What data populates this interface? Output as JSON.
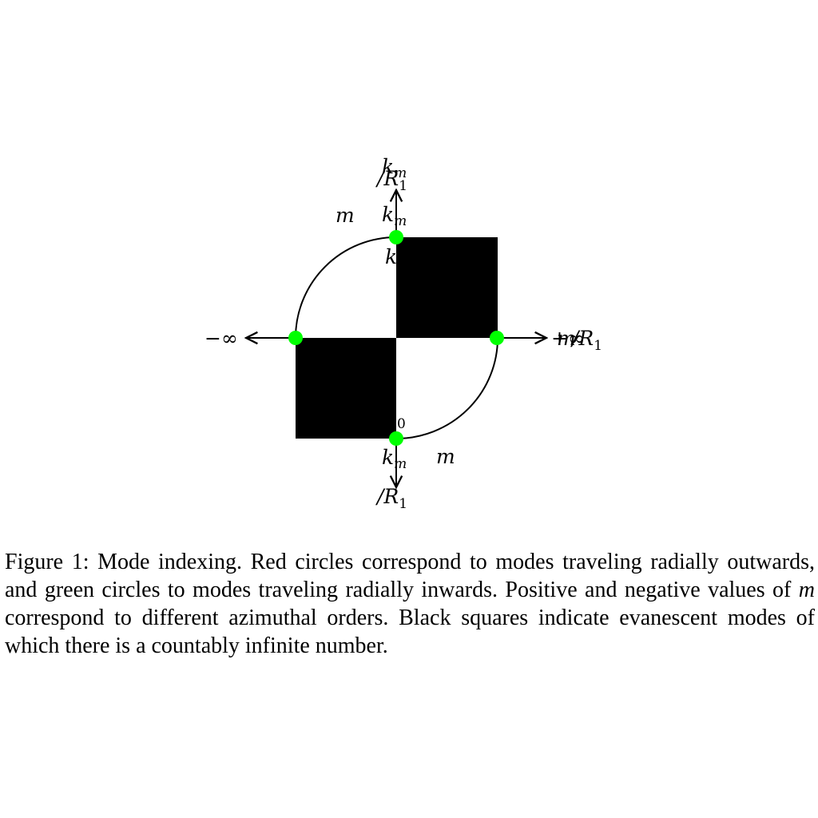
{
  "diagram": {
    "labels": {
      "top_k": "k",
      "top_m_sub": "m",
      "top_r": "/R",
      "top_r_sub": "1",
      "upper_left_m": "m",
      "upper_k": "k",
      "upper_k_sub": "m",
      "upper_k2": "k",
      "left_inf": "−∞",
      "right_pinf": "+∞",
      "right_m": "m",
      "right_r": "/R",
      "right_r_sub": "1",
      "zero": "0",
      "lower_k": "k",
      "lower_k_sub": "m",
      "lower_right_m": "m",
      "bottom_r": "/R",
      "bottom_r_sub": "1"
    },
    "colors": {
      "green_circle": "#00ff00",
      "square": "#000000",
      "line": "#000000"
    }
  },
  "caption": {
    "prefix": "Figure 1: Mode indexing.",
    "text_1": " Red circles correspond to modes traveling radially outwards, and green circles to modes traveling radially inwards. Positive and negative values of ",
    "italic_m": "m",
    "text_2": " correspond to different azimuthal orders. Black squares indicate evanescent modes of which there is a countably infinite number."
  }
}
